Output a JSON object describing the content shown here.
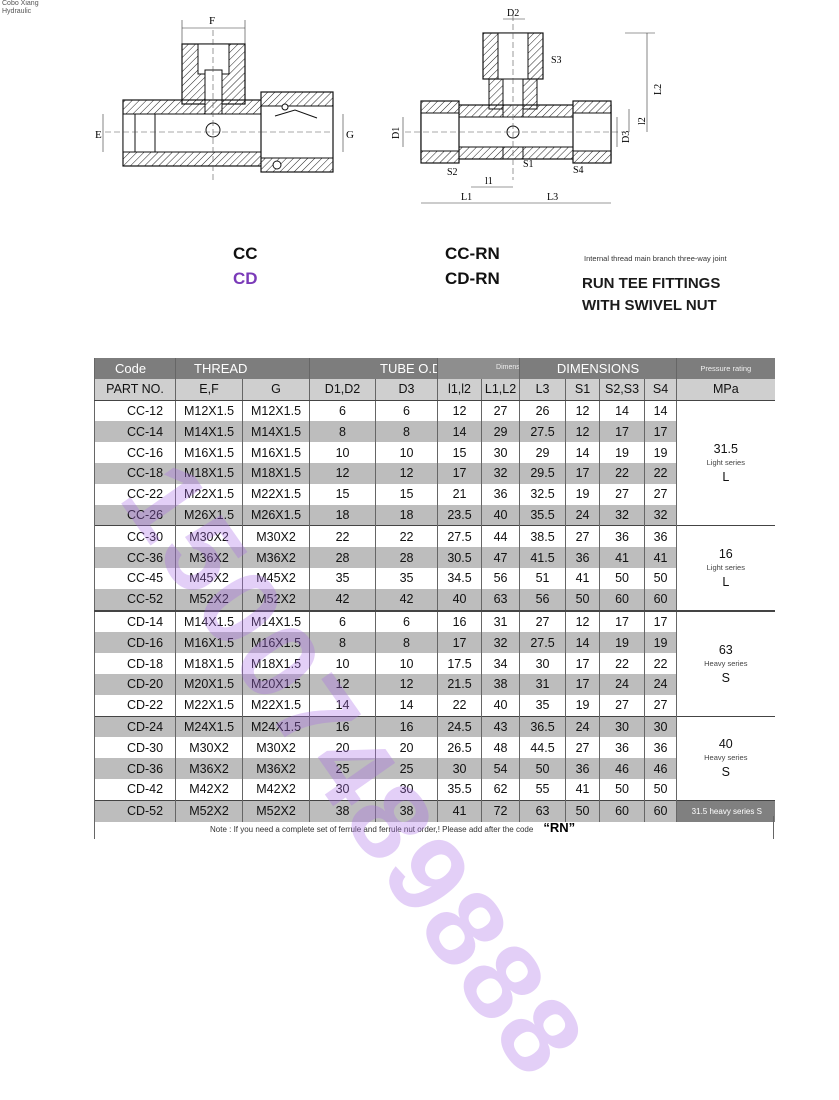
{
  "brand": [
    "Cobo Xiang",
    "Hydraulic"
  ],
  "drawing_labels": {
    "left": {
      "F": "F",
      "E": "E",
      "G": "G"
    },
    "right": {
      "D2": "D2",
      "S3": "S3",
      "L2": "L2",
      "D1": "D1",
      "D3": "D3",
      "l2": "l2",
      "S2": "S2",
      "S1": "S1",
      "S4": "S4",
      "l1": "l1",
      "L1": "L1",
      "L3": "L3"
    }
  },
  "codes": {
    "cc": "CC",
    "cd": "CD",
    "cc_rn": "CC-RN",
    "cd_rn": "CD-RN"
  },
  "description_small": "Internal thread main branch three-way joint",
  "title": [
    "RUN TEE FITTINGS",
    "WITH SWIVEL NUT"
  ],
  "watermark": "15007489888",
  "table": {
    "group_headers": {
      "code": "Code",
      "thread": "THREAD",
      "tube": "TUBE O.D",
      "dim_tag": "Dimension s",
      "dimensions": "DIMENSIONS",
      "pressure": "Pressure rating"
    },
    "columns": [
      "PART NO.",
      "E,F",
      "G",
      "D1,D2",
      "D3",
      "l1,l2",
      "L1,L2",
      "L3",
      "S1",
      "S2,S3",
      "S4",
      "MPa"
    ],
    "rows": [
      [
        "CC-12",
        "M12X1.5",
        "M12X1.5",
        "6",
        "6",
        "12",
        "27",
        "26",
        "12",
        "14",
        "14"
      ],
      [
        "CC-14",
        "M14X1.5",
        "M14X1.5",
        "8",
        "8",
        "14",
        "29",
        "27.5",
        "12",
        "17",
        "17"
      ],
      [
        "CC-16",
        "M16X1.5",
        "M16X1.5",
        "10",
        "10",
        "15",
        "30",
        "29",
        "14",
        "19",
        "19"
      ],
      [
        "CC-18",
        "M18X1.5",
        "M18X1.5",
        "12",
        "12",
        "17",
        "32",
        "29.5",
        "17",
        "22",
        "22"
      ],
      [
        "CC-22",
        "M22X1.5",
        "M22X1.5",
        "15",
        "15",
        "21",
        "36",
        "32.5",
        "19",
        "27",
        "27"
      ],
      [
        "CC-26",
        "M26X1.5",
        "M26X1.5",
        "18",
        "18",
        "23.5",
        "40",
        "35.5",
        "24",
        "32",
        "32"
      ],
      [
        "CC-30",
        "M30X2",
        "M30X2",
        "22",
        "22",
        "27.5",
        "44",
        "38.5",
        "27",
        "36",
        "36"
      ],
      [
        "CC-36",
        "M36X2",
        "M36X2",
        "28",
        "28",
        "30.5",
        "47",
        "41.5",
        "36",
        "41",
        "41"
      ],
      [
        "CC-45",
        "M45X2",
        "M45X2",
        "35",
        "35",
        "34.5",
        "56",
        "51",
        "41",
        "50",
        "50"
      ],
      [
        "CC-52",
        "M52X2",
        "M52X2",
        "42",
        "42",
        "40",
        "63",
        "56",
        "50",
        "60",
        "60"
      ],
      [
        "CD-14",
        "M14X1.5",
        "M14X1.5",
        "6",
        "6",
        "16",
        "31",
        "27",
        "12",
        "17",
        "17"
      ],
      [
        "CD-16",
        "M16X1.5",
        "M16X1.5",
        "8",
        "8",
        "17",
        "32",
        "27.5",
        "14",
        "19",
        "19"
      ],
      [
        "CD-18",
        "M18X1.5",
        "M18X1.5",
        "10",
        "10",
        "17.5",
        "34",
        "30",
        "17",
        "22",
        "22"
      ],
      [
        "CD-20",
        "M20X1.5",
        "M20X1.5",
        "12",
        "12",
        "21.5",
        "38",
        "31",
        "17",
        "24",
        "24"
      ],
      [
        "CD-22",
        "M22X1.5",
        "M22X1.5",
        "14",
        "14",
        "22",
        "40",
        "35",
        "19",
        "27",
        "27"
      ],
      [
        "CD-24",
        "M24X1.5",
        "M24X1.5",
        "16",
        "16",
        "24.5",
        "43",
        "36.5",
        "24",
        "30",
        "30"
      ],
      [
        "CD-30",
        "M30X2",
        "M30X2",
        "20",
        "20",
        "26.5",
        "48",
        "44.5",
        "27",
        "36",
        "36"
      ],
      [
        "CD-36",
        "M36X2",
        "M36X2",
        "25",
        "25",
        "30",
        "54",
        "50",
        "36",
        "46",
        "46"
      ],
      [
        "CD-42",
        "M42X2",
        "M42X2",
        "30",
        "30",
        "35.5",
        "62",
        "55",
        "41",
        "50",
        "50"
      ],
      [
        "CD-52",
        "M52X2",
        "M52X2",
        "38",
        "38",
        "41",
        "72",
        "63",
        "50",
        "60",
        "60"
      ]
    ],
    "pressure_groups": [
      {
        "value": "31.5",
        "series": "Light series",
        "letter": "L"
      },
      {
        "value": "16",
        "series": "Light series",
        "letter": "L"
      },
      {
        "value": "63",
        "series": "Heavy series",
        "letter": "S"
      },
      {
        "value": "40",
        "series": "Heavy series",
        "letter": "S"
      }
    ],
    "last_row_pressure": "31.5 heavy series S"
  },
  "note": {
    "text": "Note : If you need a complete set of ferrule and ferrule nut order,!  Please add after the code",
    "suffix": "“RN”"
  }
}
